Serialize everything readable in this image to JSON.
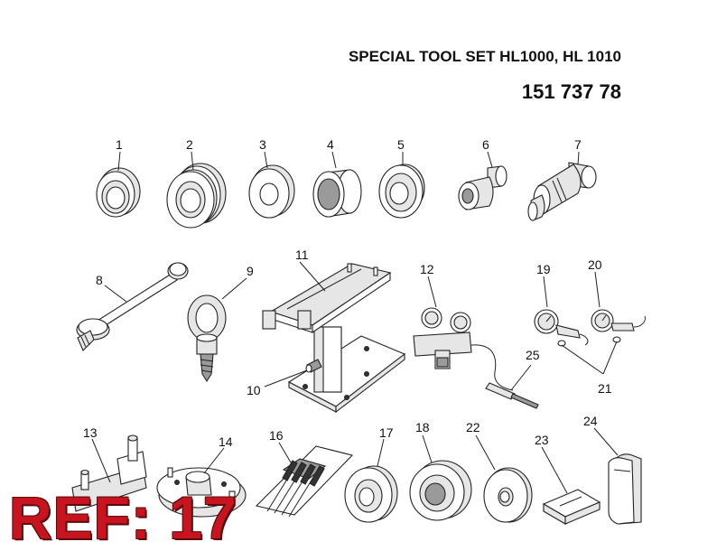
{
  "header": {
    "title": "SPECIAL TOOL SET HL1000, HL 1010",
    "part_number": "151 737 78"
  },
  "reference": {
    "label": "REF: 17"
  },
  "callouts": [
    "1",
    "2",
    "3",
    "4",
    "5",
    "6",
    "7",
    "8",
    "9",
    "10",
    "11",
    "12",
    "13",
    "14",
    "16",
    "17",
    "18",
    "19",
    "20",
    "21",
    "22",
    "23",
    "24",
    "25"
  ],
  "colors": {
    "reference_text": "#c8141e",
    "line_art": "#222222",
    "background": "#ffffff"
  }
}
